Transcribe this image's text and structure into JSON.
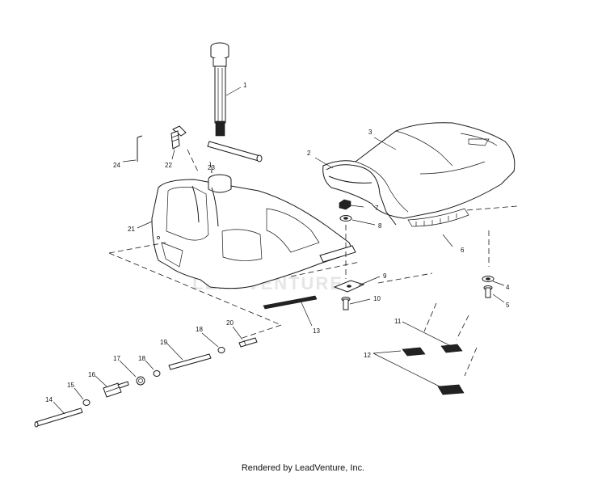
{
  "diagram": {
    "footer_text": "Rendered by LeadVenture, Inc.",
    "watermark_text": "LEADVENTURE",
    "callouts": {
      "c1": "1",
      "c2": "2",
      "c3": "3",
      "c4": "4",
      "c5": "5",
      "c6": "6",
      "c7": "7",
      "c8": "8",
      "c9": "9",
      "c10": "10",
      "c11": "11",
      "c12": "12",
      "c13": "13",
      "c14": "14",
      "c15": "15",
      "c16": "16",
      "c17": "17",
      "c18a": "18",
      "c18b": "18",
      "c19": "19",
      "c20": "20",
      "c21": "21",
      "c22": "22",
      "c23": "23",
      "c24": "24"
    }
  }
}
